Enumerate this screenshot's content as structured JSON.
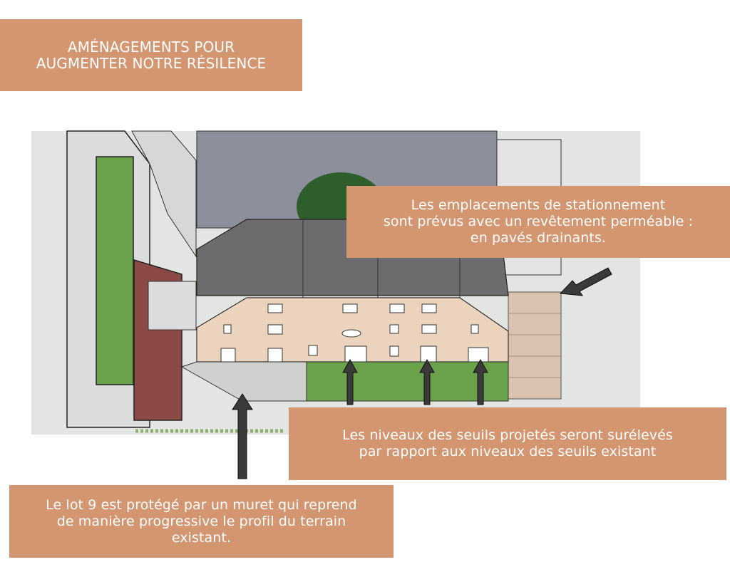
{
  "title": {
    "text": "AMÉNAGEMENTS POUR\nAUGMENTER NOTRE RÉSILENCE"
  },
  "callouts": {
    "parking": "Les emplacements de stationnement\nsont prévus avec un revêtement perméable :\nen pavés drainants.",
    "thresholds": "Les niveaux des seuils projetés seront surélevés\npar rapport aux niveaux des seuils existant",
    "wall": "Le lot 9 est protégé par un muret qui reprend\nde manière progressive le profil du terrain\nexistant."
  },
  "colors": {
    "callout_bg": "#d49670",
    "callout_text": "#ffffff",
    "ground": "#e2e5e1",
    "courtyard": "#8d8e9c",
    "roof": "#6c6c6e",
    "facade": "#ecd3bd",
    "lawn": "#69a24a",
    "tree": "#2f5e2d",
    "brick": "#8c4a46",
    "paving": "#d9c2b0",
    "arrow": "#3a3a3a"
  }
}
